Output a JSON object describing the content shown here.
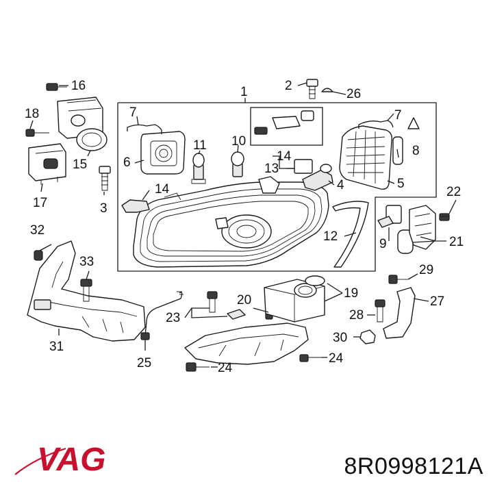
{
  "brand": {
    "name": "VAG",
    "color": "#c8102e"
  },
  "part_number": "8R0998121A",
  "callouts": [
    "1",
    "2",
    "3",
    "4",
    "5",
    "6",
    "7",
    "7",
    "8",
    "9",
    "10",
    "11",
    "12",
    "13",
    "14",
    "14",
    "15",
    "16",
    "17",
    "18",
    "19",
    "20",
    "21",
    "22",
    "23",
    "24",
    "24",
    "25",
    "26",
    "27",
    "28",
    "29",
    "30",
    "31",
    "32",
    "33"
  ]
}
